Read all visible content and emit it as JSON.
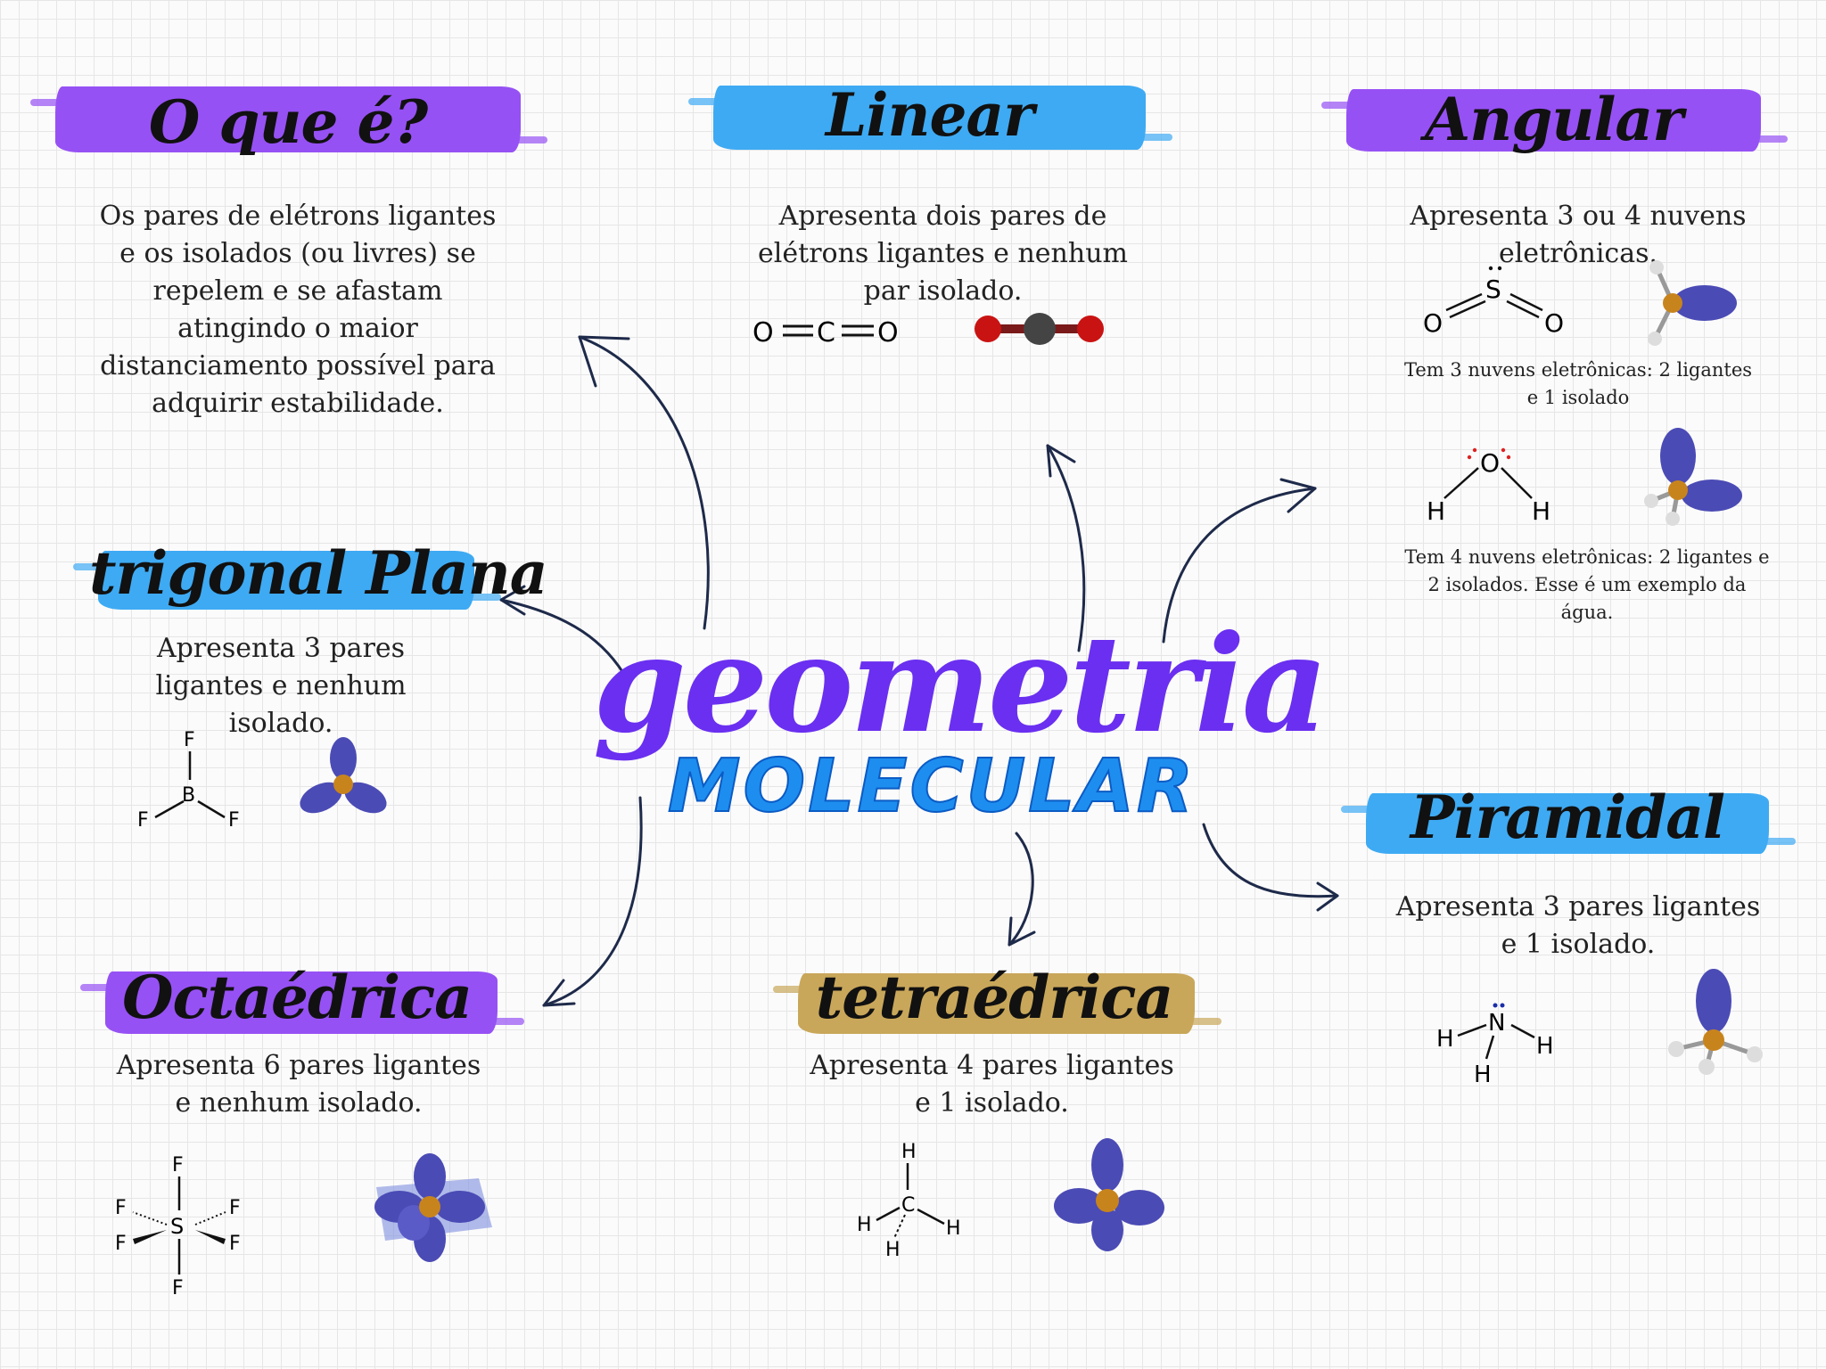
{
  "title": {
    "line1": "geometria",
    "line2": "MOLECULAR"
  },
  "colors": {
    "purple": "#9651f4",
    "blue": "#3eaaf3",
    "gold": "#c9a75a",
    "orbital": "#4b4bb5",
    "nucleus": "#c8841c"
  },
  "sections": {
    "o_que_e": {
      "heading": "O que é?",
      "text": "Os pares de elétrons ligantes e os isolados (ou livres) se repelem e se afastam atingindo o maior distanciamento possível para adquirir estabilidade."
    },
    "linear": {
      "heading": "Linear",
      "text": "Apresenta dois pares de elétrons ligantes e nenhum par isolado.",
      "formula": {
        "left_o": "O",
        "c": "C",
        "right_o": "O"
      }
    },
    "angular": {
      "heading": "Angular",
      "text": "Apresenta 3 ou 4 nuvens eletrônicas.",
      "example1": {
        "center": "S",
        "ligand": "O",
        "caption": "Tem 3  nuvens eletrônicas: 2 ligantes e 1 isolado"
      },
      "example2": {
        "center": "O",
        "ligand": "H",
        "caption": "Tem 4  nuvens eletrônicas: 2 ligantes e 2 isolados.  Esse é um exemplo da água."
      }
    },
    "trigonal": {
      "heading": "trigonal Plana",
      "text": "Apresenta 3 pares ligantes e nenhum isolado.",
      "formula": {
        "center": "B",
        "ligand": "F"
      }
    },
    "piramidal": {
      "heading": "Piramidal",
      "text": "Apresenta 3 pares ligantes e 1 isolado.",
      "formula": {
        "center": "N",
        "ligand": "H"
      }
    },
    "octaedrica": {
      "heading": "Octaédrica",
      "text": "Apresenta 6 pares ligantes e nenhum isolado.",
      "formula": {
        "center": "S",
        "ligand": "F"
      }
    },
    "tetraedrica": {
      "heading": "tetraédrica",
      "text": "Apresenta 4 pares ligantes e 1 isolado.",
      "formula": {
        "center": "C",
        "ligand": "H"
      }
    }
  }
}
